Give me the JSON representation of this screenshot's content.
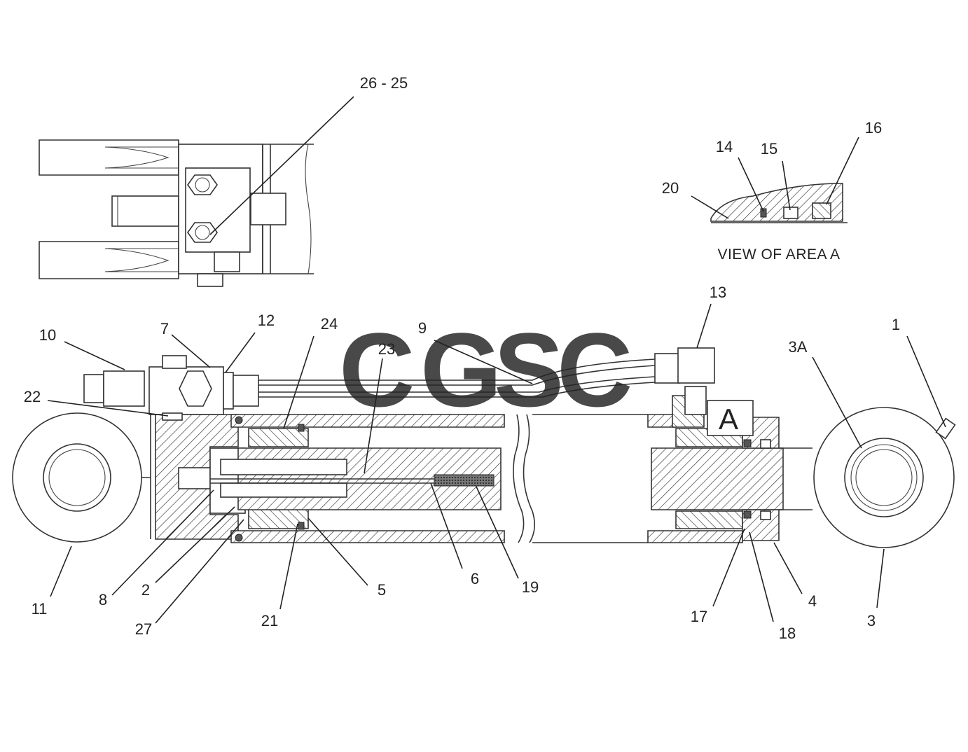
{
  "watermark": {
    "letters": [
      "C",
      "G",
      "S",
      "C"
    ],
    "colors": [
      "#4f8ff7",
      "#f07468",
      "#f7d24a",
      "#3aa36a"
    ]
  },
  "caption": "VIEW OF AREA A",
  "area_marker": "A",
  "callouts": [
    {
      "id": "c-26-25",
      "text": "26 - 25"
    },
    {
      "id": "c-16",
      "text": "16"
    },
    {
      "id": "c-14",
      "text": "14"
    },
    {
      "id": "c-15",
      "text": "15"
    },
    {
      "id": "c-20",
      "text": "20"
    },
    {
      "id": "c-13",
      "text": "13"
    },
    {
      "id": "c-1",
      "text": "1"
    },
    {
      "id": "c-3a",
      "text": "3A"
    },
    {
      "id": "c-10",
      "text": "10"
    },
    {
      "id": "c-7",
      "text": "7"
    },
    {
      "id": "c-12",
      "text": "12"
    },
    {
      "id": "c-24",
      "text": "24"
    },
    {
      "id": "c-9",
      "text": "9"
    },
    {
      "id": "c-23",
      "text": "23"
    },
    {
      "id": "c-22",
      "text": "22"
    },
    {
      "id": "c-11",
      "text": "11"
    },
    {
      "id": "c-8",
      "text": "8"
    },
    {
      "id": "c-2",
      "text": "2"
    },
    {
      "id": "c-27",
      "text": "27"
    },
    {
      "id": "c-21",
      "text": "21"
    },
    {
      "id": "c-5",
      "text": "5"
    },
    {
      "id": "c-6",
      "text": "6"
    },
    {
      "id": "c-19",
      "text": "19"
    },
    {
      "id": "c-17",
      "text": "17"
    },
    {
      "id": "c-18",
      "text": "18"
    },
    {
      "id": "c-4",
      "text": "4"
    },
    {
      "id": "c-3",
      "text": "3"
    }
  ]
}
